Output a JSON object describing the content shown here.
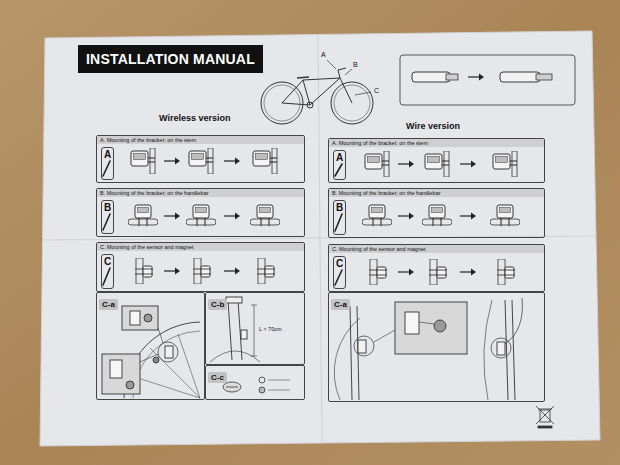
{
  "diagram": {
    "title": "INSTALLATION MANUAL",
    "nodes": [
      {
        "text": [
          "A. Mounting of the bracket: on the stem"
        ]
      },
      {
        "text": [
          "A"
        ],
        "in": 0
      },
      {
        "text": [
          "B. Mounting of the bracket: on the handlebar"
        ]
      },
      {
        "text": [
          "B"
        ],
        "in": 2
      },
      {
        "text": [
          "C. Mounting of the sensor and magnet"
        ]
      },
      {
        "text": [
          "C"
        ],
        "in": 4
      },
      {
        "text": [
          "C-a"
        ]
      },
      {
        "text": [
          "C-b"
        ]
      },
      {
        "text": [
          "C-c"
        ]
      },
      {
        "text": [
          "A. Mounting of the bracket: on the stem"
        ]
      },
      {
        "text": [
          "A"
        ],
        "in": 9
      },
      {
        "text": [
          "B. Mounting of the bracket: on the handlebar"
        ]
      },
      {
        "text": [
          "B"
        ],
        "in": 11
      },
      {
        "text": [
          "C. Mounting of the sensor and magnet"
        ]
      },
      {
        "text": [
          "C"
        ],
        "in": 13
      },
      {
        "text": [
          "C-a"
        ]
      }
    ],
    "labels": [
      "A",
      "B",
      "C",
      "Wireless version",
      "Wire version",
      "L < 70cm"
    ]
  }
}
